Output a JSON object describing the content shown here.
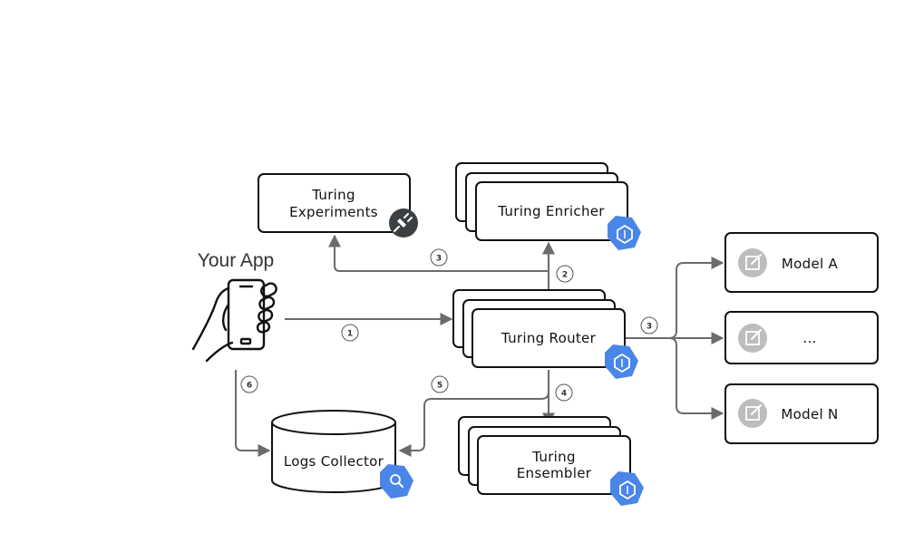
{
  "nodes": {
    "app": "Your App",
    "experiments": [
      "Turing",
      "Experiments"
    ],
    "enricher": "Turing Enricher",
    "router": "Turing Router",
    "ensembler": [
      "Turing",
      "Ensembler"
    ],
    "logs": "Logs Collector",
    "model_a": "Model A",
    "model_mid": "...",
    "model_n": "Model N"
  },
  "steps": {
    "s1": "1",
    "s2": "2",
    "s3_experiments": "3",
    "s3_models": "3",
    "s4": "4",
    "s5": "5",
    "s6": "6"
  },
  "colors": {
    "edge": "#6b6b6b",
    "gcp_badge": "#4a86e8",
    "plug_badge": "#3c4043",
    "model_icon": "#bdbdbd"
  },
  "icons": {
    "experiments": "plug-icon",
    "enricher": "gke-hexagon-icon",
    "router": "gke-hexagon-icon",
    "ensembler": "gke-hexagon-icon",
    "logs": "bigquery-hexagon-icon",
    "models": "external-link-icon",
    "app": "hand-holding-phone-icon"
  }
}
